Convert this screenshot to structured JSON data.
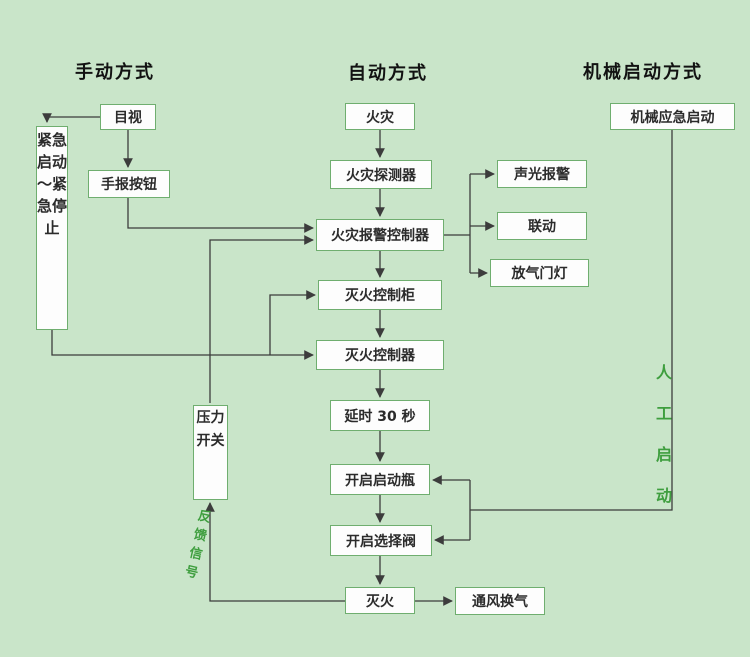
{
  "headers": {
    "manual": "手动方式",
    "auto": "自动方式",
    "mechanical": "机械启动方式"
  },
  "nodes": {
    "visual": "目视",
    "emergency": "紧急启动～紧急停止",
    "manual_button": "手报按钮",
    "fire": "火灾",
    "detector": "火灾探测器",
    "alarm_controller": "火灾报警控制器",
    "sound_light_alarm": "声光报警",
    "linkage": "联动",
    "gas_door_light": "放气门灯",
    "ext_cabinet": "灭火控制柜",
    "ext_controller": "灭火控制器",
    "delay": "延时 30 秒",
    "open_start_bottle": "开启启动瓶",
    "open_select_valve": "开启选择阀",
    "extinguish": "灭火",
    "ventilation": "通风换气",
    "pressure_switch": "压力开关",
    "mech_emergency": "机械应急启动"
  },
  "labels": {
    "manual_start": "人工启动",
    "feedback": "反馈信号"
  },
  "colors": {
    "background": "#c9e5c9",
    "box_border": "#6fae6f",
    "box_background": "#fdfdfd",
    "line": "#3c3c3c",
    "accent_text": "#3e9e3e"
  }
}
